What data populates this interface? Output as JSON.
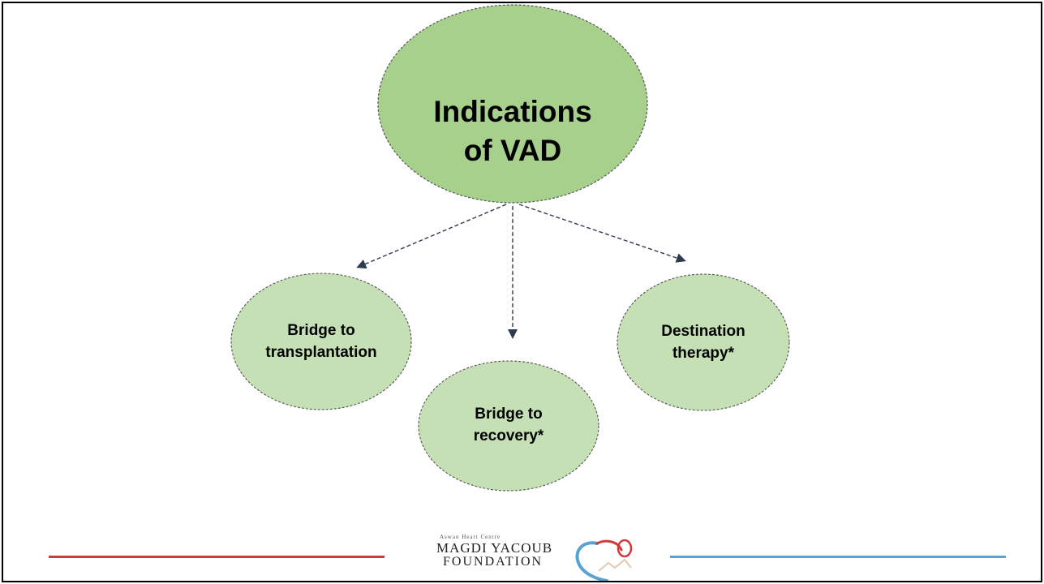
{
  "main_node": {
    "label": "Indications\nof VAD",
    "fill": "#a8d08d",
    "stroke": "#555555"
  },
  "children": [
    {
      "label": "Bridge to\ntransplantation",
      "fill": "#c5e0b4"
    },
    {
      "label": "Bridge to\nrecovery*",
      "fill": "#c5e0b4"
    },
    {
      "label": "Destination\ntherapy*",
      "fill": "#c5e0b4"
    }
  ],
  "arrow_color": "#2e3b4e",
  "footer": {
    "left_line_color": "#d23a38",
    "right_line_color": "#58a3cf",
    "logo": {
      "small_text": "Aswan Heart Centre",
      "main_text": "MAGDI YACOUB",
      "sub_text": "FOUNDATION"
    }
  }
}
